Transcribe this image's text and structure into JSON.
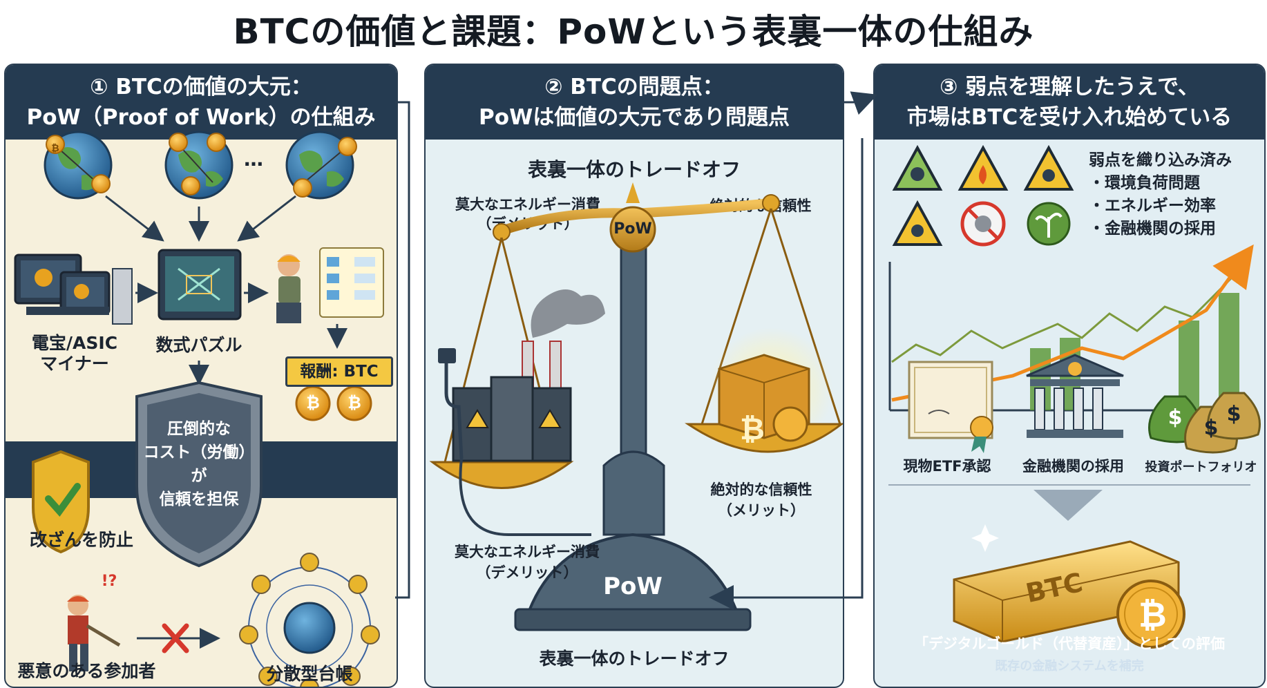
{
  "title": "BTCの価値と課題：PoWという表裏一体の仕組み",
  "colors": {
    "navy": "#253b51",
    "gold": "#e0a52a",
    "orange": "#f08a1c",
    "green": "#5f9a3c"
  },
  "panel1": {
    "heading_line1": "① BTCの価値の大元：",
    "heading_line2": "PoW（Proof of Work）の仕組み",
    "miners_label": "電宝/ASIC\nマイナー",
    "puzzle_label": "数式パズル",
    "reward_label": "報酬: BTC",
    "shield_text": "圧倒的な\nコスト（労働）が\n信頼を担保",
    "tamper_label": "改ざんを防止",
    "malicious_label": "悪意のある参加者",
    "ledger_label": "分散型台帳",
    "ellipsis": "…",
    "alert_text": "!?",
    "btc_symbol": "₿"
  },
  "panel2": {
    "heading_line1": "② BTCの問題点：",
    "heading_line2": "PoWは価値の大元であり問題点",
    "subtitle": "表裏一体のトレードオフ",
    "left_top": "莫大なエネルギー消費\n（デメリット）",
    "right_top": "絶対的な信頼性",
    "scale_top": "PoW",
    "right_mid": "絶対的な信頼性\n（メリット）",
    "left_bottom": "莫大なエネルギー消費\n（デメリット）",
    "base": "PoW",
    "footer": "表裏一体のトレードオフ"
  },
  "panel3": {
    "heading_line1": "③ 弱点を理解したうえで、",
    "heading_line2": "市場はBTCを受け入れ始めている",
    "bullets_title": "弱点を織り込み済み",
    "bullets": [
      "・環境負荷問題",
      "・エネルギー効率",
      "・金融機関の採用"
    ],
    "etf_label": "現物ETF承認",
    "bank_label": "金融機関の採用",
    "portfolio_label": "投資ポートフォリオ",
    "gold_bar": "BTC",
    "dollar": "$",
    "footer_main": "「デジタルゴールド（代替資産）」としての評価",
    "footer_sub": "既存の金融システムを補完"
  }
}
